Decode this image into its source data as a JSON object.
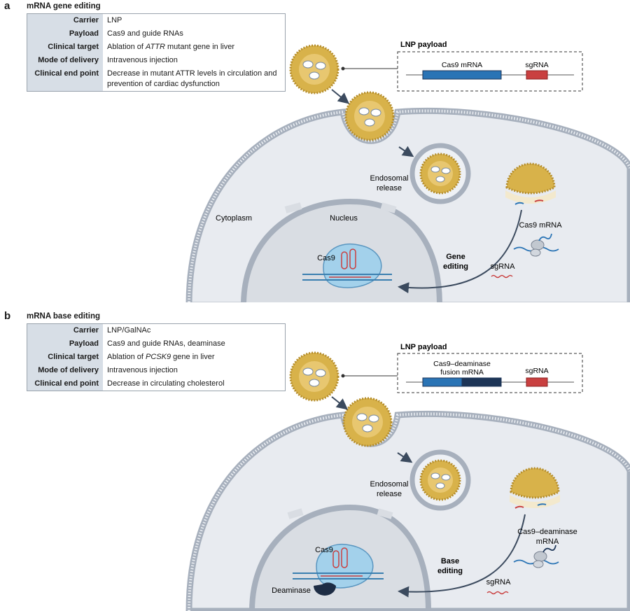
{
  "panels": [
    {
      "letter": "a",
      "title": "mRNA gene editing",
      "rows": [
        {
          "key": "Carrier",
          "value": "LNP"
        },
        {
          "key": "Payload",
          "value": "Cas9 and guide RNAs"
        },
        {
          "key": "Clinical target",
          "value": "Ablation of ATTR mutant gene in liver"
        },
        {
          "key": "Mode of delivery",
          "value": "Intravenous injection"
        },
        {
          "key": "Clinical end point",
          "value": "Decrease in mutant ATTR levels in circulation and prevention of cardiac dysfunction"
        }
      ],
      "payload_title": "LNP payload",
      "payload_mrna": "Cas9 mRNA",
      "payload_sgrna": "sgRNA",
      "endosomal": [
        "Endosomal",
        "release"
      ],
      "cytoplasm": "Cytoplasm",
      "nucleus": "Nucleus",
      "protein": "Cas9",
      "edit_label": [
        "Gene",
        "editing"
      ],
      "mrna_label": "Cas9 mRNA",
      "sgrna_label": "sgRNA"
    },
    {
      "letter": "b",
      "title": "mRNA base editing",
      "rows": [
        {
          "key": "Carrier",
          "value": "LNP/GalNAc"
        },
        {
          "key": "Payload",
          "value": "Cas9 and guide RNAs, deaminase"
        },
        {
          "key": "Clinical target",
          "value": "Ablation of PCSK9 gene in liver"
        },
        {
          "key": "Mode of delivery",
          "value": "Intravenous injection"
        },
        {
          "key": "Clinical end point",
          "value": "Decrease in circulating cholesterol"
        }
      ],
      "payload_title": "LNP payload",
      "payload_mrna": [
        "Cas9–deaminase",
        "fusion mRNA"
      ],
      "payload_sgrna": "sgRNA",
      "endosomal": [
        "Endosomal",
        "release"
      ],
      "protein": "Cas9",
      "deaminase": "Deaminase",
      "edit_label": [
        "Base",
        "editing"
      ],
      "mrna_label": [
        "Cas9–deaminase",
        "mRNA"
      ],
      "sgrna_label": "sgRNA"
    }
  ],
  "colors": {
    "membrane": "#a7b0bd",
    "cytoplasm": "#e8ebf0",
    "nucleus": "#d9dde3",
    "lnp": "#d8b24a",
    "mrna_bar": "#2a74b5",
    "deaminase_bar": "#1d3557",
    "sgrna_bar": "#c94040",
    "arrow": "#3b4a5e",
    "cas9": "#9ed0ec"
  }
}
